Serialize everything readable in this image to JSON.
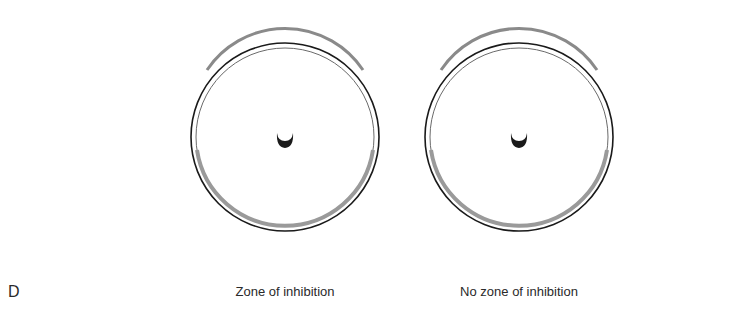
{
  "diagram": {
    "labels": [
      "D",
      "Zone of inhibition",
      "No zone of inhibition"
    ]
  }
}
